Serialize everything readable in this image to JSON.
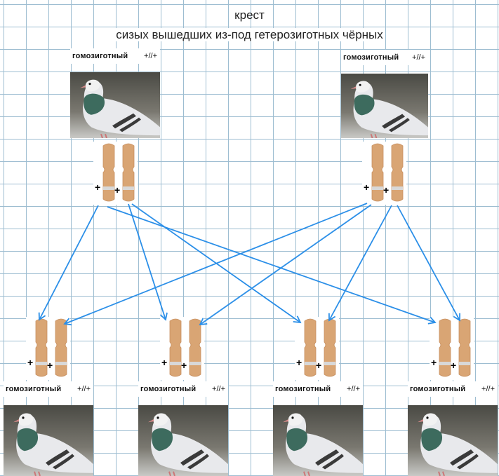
{
  "title": "крест",
  "subtitle": "сизых  вышедших из-под  гетерозиготных  чёрных",
  "parents": [
    {
      "label": "гомозиготный",
      "genotype": "+//+",
      "alleles": [
        "+",
        "+"
      ]
    },
    {
      "label": "гомозиготный",
      "genotype": "+//+",
      "alleles": [
        "+",
        "+"
      ]
    }
  ],
  "offspring": [
    {
      "label": "гомозиготный",
      "genotype": "+//+",
      "alleles": [
        "+",
        "+"
      ]
    },
    {
      "label": "гомозиготный",
      "genotype": "+//+",
      "alleles": [
        "+",
        "+"
      ]
    },
    {
      "label": "гомозиготный",
      "genotype": "+//+",
      "alleles": [
        "+",
        "+"
      ]
    },
    {
      "label": "гомозиготный",
      "genotype": "+//+",
      "alleles": [
        "+",
        "+"
      ]
    }
  ],
  "colors": {
    "arrow": "#2b8fe8",
    "chromosome": "#d9a574",
    "band": "#d8d8d8"
  }
}
